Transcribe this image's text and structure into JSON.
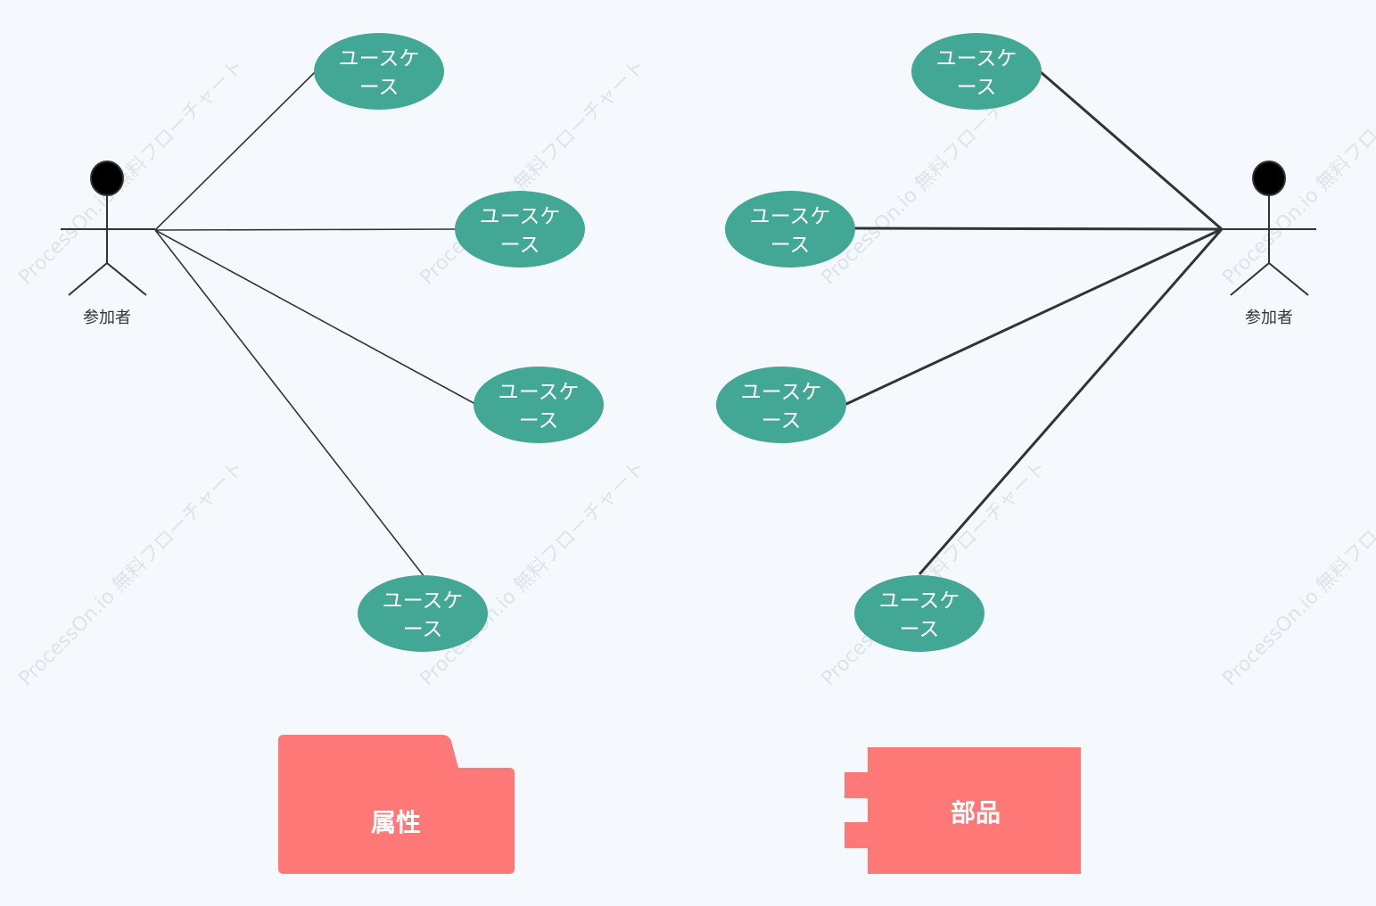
{
  "colors": {
    "background": "#f5f9fd",
    "usecase_fill": "#42a794",
    "box_fill": "#ff7878",
    "line": "#333333",
    "watermark": "#dde3ea"
  },
  "watermark": {
    "text": "ProcessOn.io 無料フローチャート"
  },
  "left_actor": {
    "label": "参加者",
    "icon": "stick-figure-icon"
  },
  "right_actor": {
    "label": "参加者",
    "icon": "stick-figure-icon"
  },
  "left_use_cases": [
    {
      "line1": "ユースケ",
      "line2": "ース"
    },
    {
      "line1": "ユースケ",
      "line2": "ース"
    },
    {
      "line1": "ユースケ",
      "line2": "ース"
    },
    {
      "line1": "ユースケ",
      "line2": "ース"
    }
  ],
  "right_use_cases": [
    {
      "line1": "ユースケ",
      "line2": "ース"
    },
    {
      "line1": "ユースケ",
      "line2": "ース"
    },
    {
      "line1": "ユースケ",
      "line2": "ース"
    },
    {
      "line1": "ユースケ",
      "line2": "ース"
    }
  ],
  "package": {
    "label": "属性",
    "icon": "folder-package-icon"
  },
  "component": {
    "label": "部品",
    "icon": "component-icon"
  }
}
